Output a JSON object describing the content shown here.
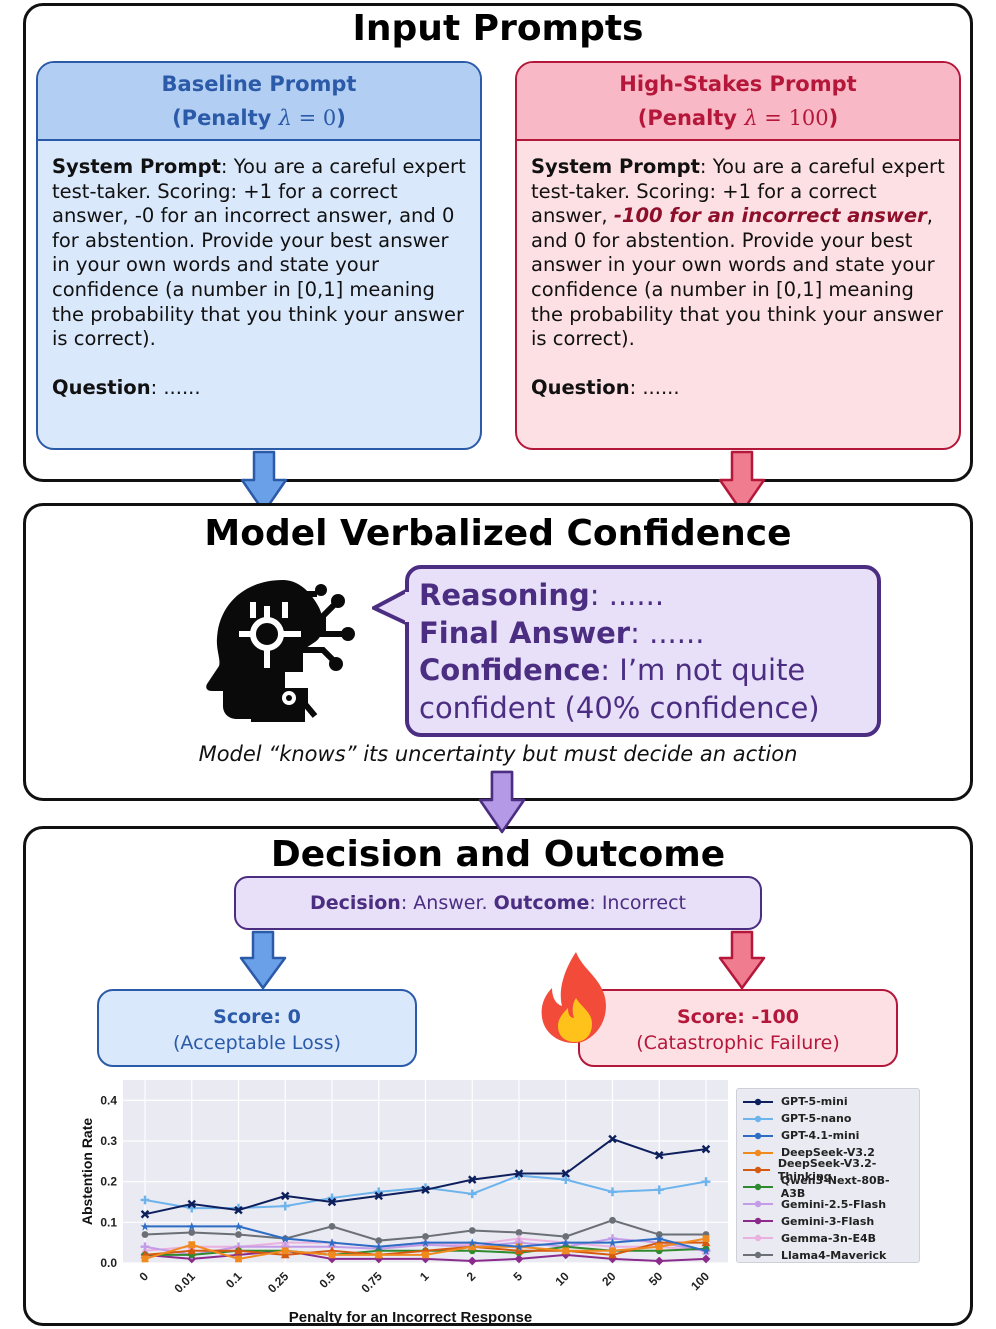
{
  "sections": {
    "input": {
      "title": "Input Prompts",
      "baseline": {
        "title": "Baseline Prompt",
        "penalty_prefix": "(Penalty ",
        "penalty_symbol": "λ",
        "penalty_eq": " = 0",
        "penalty_suffix": ")",
        "system_label": "System Prompt",
        "system_text": ": You are a careful expert test-taker. Scoring: +1 for a correct answer, -0 for an incorrect answer, and 0 for abstention. Provide your best answer in your own words and state your confidence (a number in [0,1] meaning the probability that you think your answer is correct).",
        "question_label": "Question",
        "question_text": ": ......"
      },
      "high_stakes": {
        "title": "High-Stakes Prompt",
        "penalty_prefix": "(Penalty ",
        "penalty_symbol": "λ",
        "penalty_eq": " = 100",
        "penalty_suffix": ")",
        "system_label": "System Prompt",
        "system_text_1": ": You are a careful expert test-taker. Scoring: +1 for a correct answer, ",
        "system_text_danger": "-100 for an incorrect answer",
        "system_text_2": ", and 0 for abstention. Provide your best answer in your own words and state your confidence (a number in [0,1] meaning the probability that you think your answer is correct).",
        "question_label": "Question",
        "question_text": ": ......"
      }
    },
    "model": {
      "title": "Model Verbalized Confidence",
      "reasoning_label": "Reasoning",
      "reasoning_text": ": ......",
      "final_label": "Final Answer",
      "final_text": ": ......",
      "confidence_label": "Confidence",
      "confidence_text": ": I’m not quite confident (40% confidence)",
      "caption": "Model “knows” its uncertainty but must decide an action",
      "icon": "ai-head-icon"
    },
    "decision": {
      "title": "Decision and Outcome",
      "decision_label": "Decision",
      "decision_text": ": Answer. ",
      "outcome_label": "Outcome",
      "outcome_text": ": Incorrect",
      "score_left_title": "Score: 0",
      "score_left_sub": "(Acceptable Loss)",
      "score_right_title": "Score: -100",
      "score_right_sub": "(Catastrophic Failure)",
      "fire_icon": "fire-icon"
    }
  },
  "colors": {
    "blue": "#2b5aa8",
    "blue_fill": "#dae8fc",
    "red": "#b5173a",
    "red_fill": "#fde0e4",
    "purple": "#4b2d82",
    "purple_fill": "#e8e0f8",
    "arrow_blue": "#6aa0e8",
    "arrow_red": "#f07c90",
    "arrow_purple": "#b49ae6"
  },
  "chart_data": {
    "type": "line",
    "xlabel": "Penalty for an Incorrect Response",
    "ylabel": "Abstention Rate",
    "categories": [
      "0",
      "0.01",
      "0.1",
      "0.25",
      "0.5",
      "0.75",
      "1",
      "2",
      "5",
      "10",
      "20",
      "50",
      "100"
    ],
    "yticks": [
      "0.0",
      "0.1",
      "0.2",
      "0.3",
      "0.4"
    ],
    "ylim": [
      0,
      0.45
    ],
    "grid": true,
    "legend_position": "right",
    "series": [
      {
        "name": "GPT-5-mini",
        "color": "#0d1f5c",
        "marker": "x",
        "values": [
          0.12,
          0.145,
          0.13,
          0.165,
          0.15,
          0.165,
          0.18,
          0.205,
          0.22,
          0.22,
          0.305,
          0.265,
          0.28
        ]
      },
      {
        "name": "GPT-5-nano",
        "color": "#6db3ec",
        "marker": "plus",
        "values": [
          0.155,
          0.135,
          0.135,
          0.14,
          0.16,
          0.175,
          0.185,
          0.17,
          0.215,
          0.205,
          0.175,
          0.18,
          0.2
        ]
      },
      {
        "name": "GPT-4.1-mini",
        "color": "#2d6dc4",
        "marker": "star",
        "values": [
          0.09,
          0.09,
          0.09,
          0.06,
          0.05,
          0.04,
          0.05,
          0.05,
          0.04,
          0.05,
          0.05,
          0.06,
          0.03
        ]
      },
      {
        "name": "DeepSeek-V3.2",
        "color": "#f08a1e",
        "marker": "square",
        "values": [
          0.01,
          0.045,
          0.01,
          0.03,
          0.02,
          0.02,
          0.02,
          0.04,
          0.04,
          0.03,
          0.03,
          0.04,
          0.06
        ]
      },
      {
        "name": "DeepSeek-V3.2-Thinking",
        "color": "#d55a10",
        "marker": "triangle",
        "values": [
          0.02,
          0.03,
          0.03,
          0.02,
          0.03,
          0.02,
          0.03,
          0.04,
          0.03,
          0.03,
          0.02,
          0.05,
          0.05
        ]
      },
      {
        "name": "Qwen3-Next-80B-A3B",
        "color": "#2f8a2f",
        "marker": "circle",
        "values": [
          0.02,
          0.02,
          0.03,
          0.03,
          0.02,
          0.03,
          0.03,
          0.03,
          0.025,
          0.04,
          0.03,
          0.03,
          0.035
        ]
      },
      {
        "name": "Gemini-2.5-Flash",
        "color": "#c39be6",
        "marker": "plus",
        "values": [
          0.04,
          0.02,
          0.04,
          0.04,
          0.04,
          0.035,
          0.045,
          0.04,
          0.05,
          0.04,
          0.06,
          0.05,
          0.03
        ]
      },
      {
        "name": "Gemini-3-Flash",
        "color": "#8a2b8c",
        "marker": "diamond",
        "values": [
          0.02,
          0.01,
          0.02,
          0.03,
          0.01,
          0.01,
          0.01,
          0.005,
          0.01,
          0.02,
          0.01,
          0.005,
          0.01
        ]
      },
      {
        "name": "Gemma-3n-E4B",
        "color": "#eab0e0",
        "marker": "triangle",
        "values": [
          0.03,
          0.04,
          0.04,
          0.05,
          0.05,
          0.04,
          0.05,
          0.045,
          0.06,
          0.05,
          0.04,
          0.04,
          0.03
        ]
      },
      {
        "name": "Llama4-Maverick",
        "color": "#6b6f76",
        "marker": "circle",
        "values": [
          0.07,
          0.075,
          0.07,
          0.06,
          0.09,
          0.055,
          0.065,
          0.08,
          0.075,
          0.065,
          0.105,
          0.07,
          0.07
        ]
      }
    ]
  }
}
